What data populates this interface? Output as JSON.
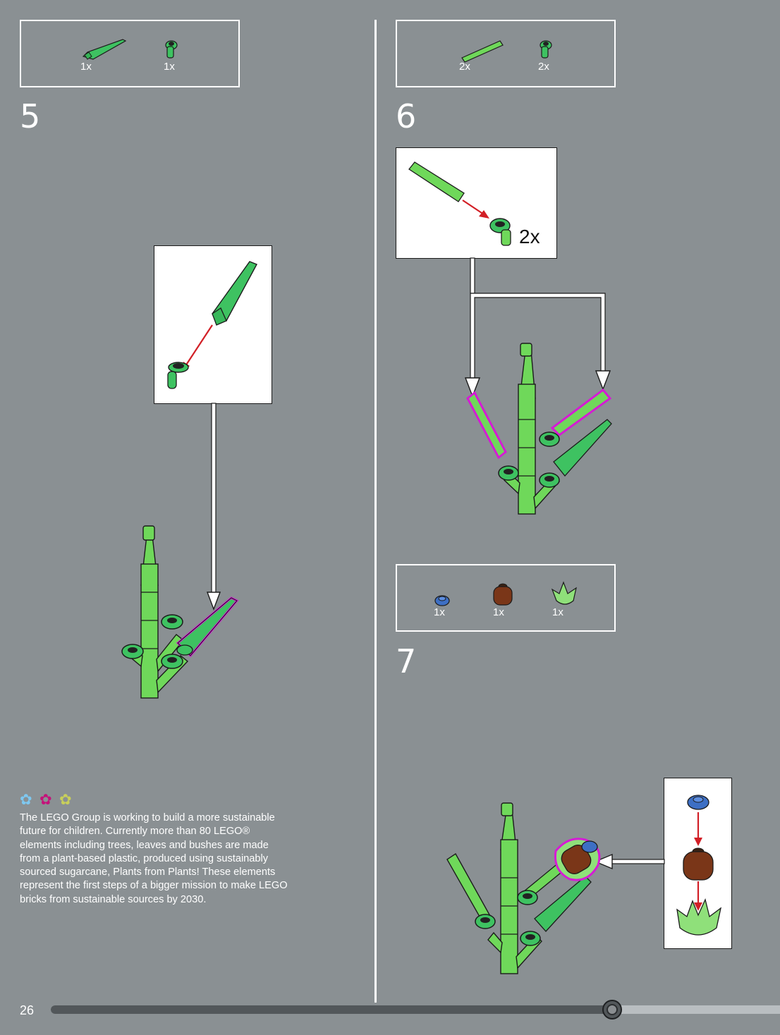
{
  "page": {
    "number": "26",
    "progress_fraction": 0.77
  },
  "step5": {
    "number": "5",
    "parts": [
      {
        "qty": "1x",
        "icon": "green-leaf-spike-icon"
      },
      {
        "qty": "1x",
        "icon": "green-stem-clip-icon"
      }
    ]
  },
  "step6": {
    "number": "6",
    "callout_qty": "2x",
    "parts": [
      {
        "qty": "2x",
        "icon": "green-bar-icon"
      },
      {
        "qty": "2x",
        "icon": "green-stem-clip-icon"
      }
    ]
  },
  "step7": {
    "number": "7",
    "parts": [
      {
        "qty": "1x",
        "icon": "blue-round-plate-icon"
      },
      {
        "qty": "1x",
        "icon": "brown-round-brick-icon"
      },
      {
        "qty": "1x",
        "icon": "green-flower-cup-icon"
      }
    ]
  },
  "info": {
    "flowers": [
      "#7ec8f0",
      "#c4127a",
      "#c8cf5a"
    ],
    "text": "The LEGO Group is working to build a more sustainable future for children. Currently more than 80 LEGO® elements including trees, leaves and bushes are made from a plant-based plastic, produced using sustainably sourced sugarcane, Plants from Plants! These elements represent the first steps of a bigger mission to make LEGO bricks from sustainable sources by 2030."
  },
  "colors": {
    "background": "#8a9093",
    "part_green": "#6fd85a",
    "part_dark_green": "#2fae4e",
    "highlight": "#d51bd5",
    "arrow_red": "#d21f26"
  }
}
